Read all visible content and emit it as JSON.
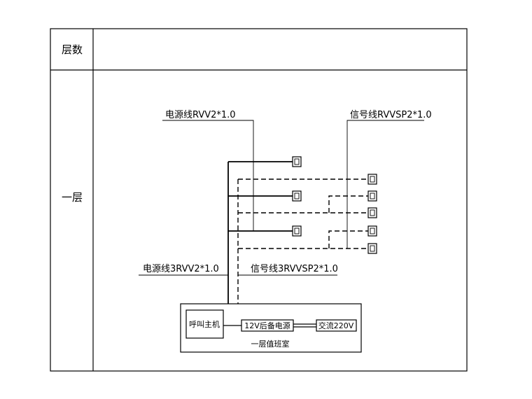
{
  "table": {
    "header_label": "层数",
    "row_label": "一层"
  },
  "labels": {
    "power_top": "电源线RVV2*1.0",
    "signal_top": "信号线RVVSP2*1.0",
    "power_bottom": "电源线3RVV2*1.0",
    "signal_bottom": "信号线3RVVSP2*1.0",
    "host": "呼叫主机",
    "backup_power": "12V后备电源",
    "ac": "交流220V",
    "duty_room": "一层值班室"
  }
}
